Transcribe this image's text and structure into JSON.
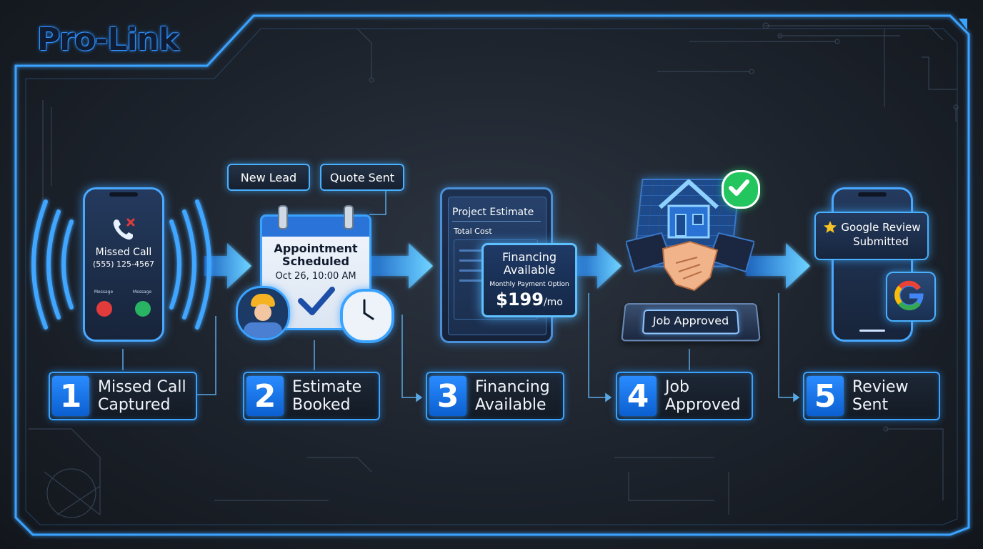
{
  "brand": {
    "logo": "Pro-Link"
  },
  "bubbles": {
    "new_lead": "New Lead",
    "quote_sent": "Quote Sent",
    "google_review": "Google Review Submitted"
  },
  "phone1": {
    "title": "Missed Call",
    "number": "(555) 125-4567",
    "left_label": "Message",
    "right_label": "Message"
  },
  "calendar": {
    "title": "Appointment Scheduled",
    "datetime": "Oct 26, 10:00 AM"
  },
  "estimate": {
    "header": "Project Estimate",
    "total_label": "Total Cost",
    "financing_title": "Financing Available",
    "payment_label": "Monthly Payment Option",
    "price": "$199",
    "price_unit": "/mo"
  },
  "approval": {
    "label": "Job Approved"
  },
  "steps": [
    {
      "number": "1",
      "line1": "Missed Call",
      "line2": "Captured"
    },
    {
      "number": "2",
      "line1": "Estimate",
      "line2": "Booked"
    },
    {
      "number": "3",
      "line1": "Financing",
      "line2": "Available"
    },
    {
      "number": "4",
      "line1": "Job",
      "line2": "Approved"
    },
    {
      "number": "5",
      "line1": "Review",
      "line2": "Sent"
    }
  ],
  "colors": {
    "accent": "#3aa3ff",
    "arrow": "#5ec8ff",
    "check_green": "#22c55e",
    "missed_red": "#e23b3b"
  },
  "icons": [
    "phone-icon",
    "calendar-icon",
    "worker-icon",
    "clock-icon",
    "tablet-icon",
    "house-icon",
    "handshake-icon",
    "checkmark-icon",
    "star-icon",
    "google-icon"
  ]
}
